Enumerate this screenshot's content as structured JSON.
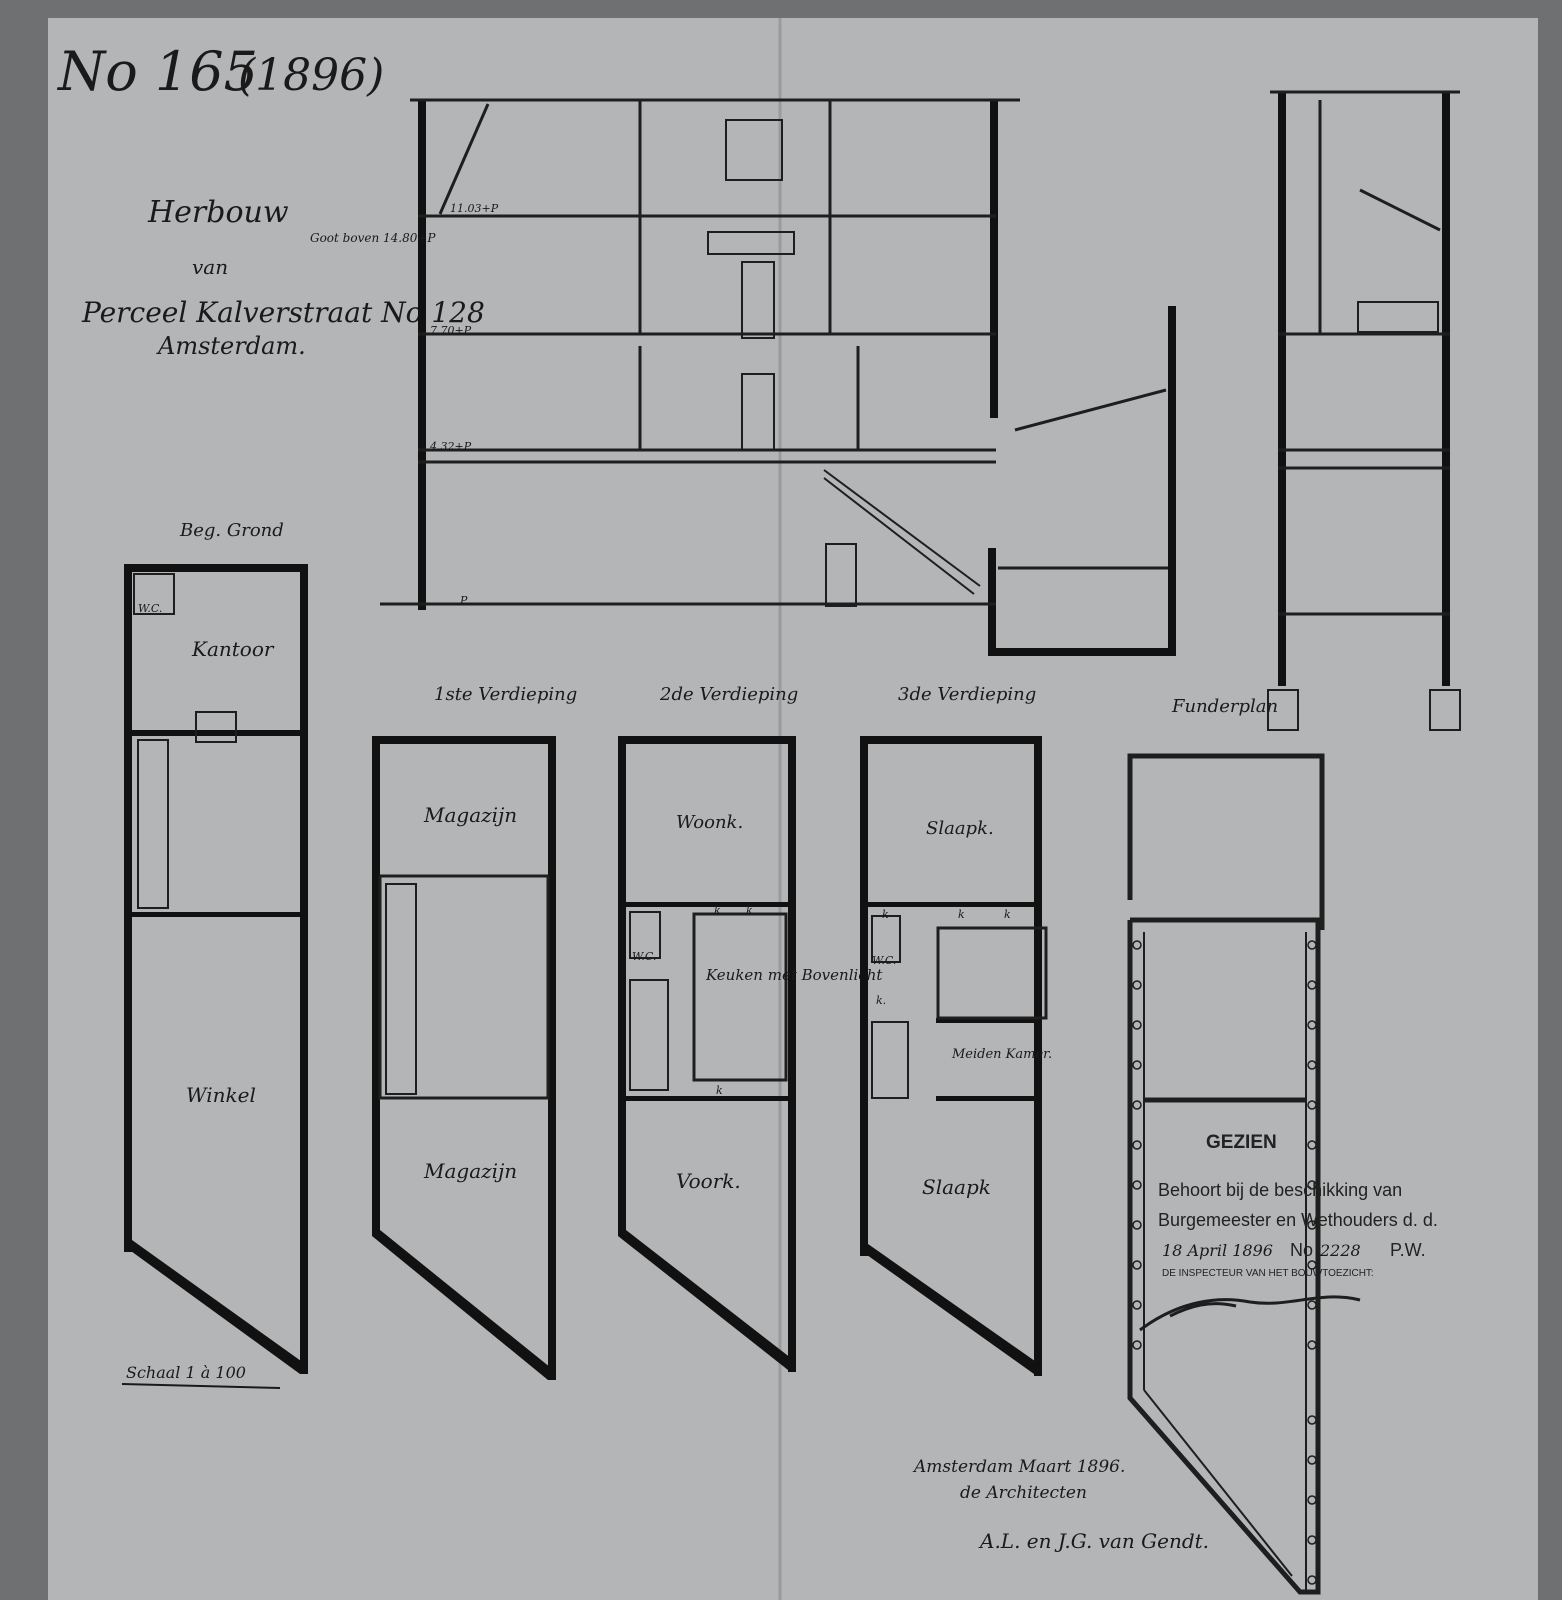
{
  "header": {
    "number": "No 165",
    "year": "(1896)",
    "title_line1": "Herbouw",
    "title_line2": "van",
    "title_line3": "Perceel Kalverstraat No 128",
    "title_line4": "Amsterdam."
  },
  "section": {
    "level_labels": [
      "Goot boven 14.80+P",
      "11.03+P",
      "7.70+P",
      "4.32+P",
      "P."
    ]
  },
  "floors": {
    "ground": {
      "title": "Beg. Grond",
      "rooms": [
        "W.C.",
        "Kantoor",
        "Winkel"
      ]
    },
    "first": {
      "title": "1ste Verdieping",
      "rooms": [
        "Magazijn",
        "Magazijn"
      ]
    },
    "second": {
      "title": "2de Verdieping",
      "rooms": [
        "Woonk.",
        "W.C.",
        "Keuken met Bovenlicht",
        "k",
        "k",
        "k",
        "Voork."
      ]
    },
    "third": {
      "title": "3de Verdieping",
      "rooms": [
        "Slaapk.",
        "W.C.",
        "k.",
        "k",
        "k",
        "k",
        "Meiden Kamer.",
        "Slaapk"
      ]
    },
    "foundation": {
      "title": "Funderplan"
    }
  },
  "scale_note": "Schaal 1 à 100",
  "stamp": {
    "heading": "GEZIEN",
    "line1": "Behoort bij de beschikking van",
    "line2": "Burgemeester en Wethouders d. d.",
    "date": "18 April 1896",
    "number_label": "No",
    "number": "2228",
    "suffix": "P.W.",
    "inspector": "DE INSPECTEUR VAN HET BOUWTOEZICHT:"
  },
  "footer": {
    "place_date": "Amsterdam Maart 1896.",
    "role": "de Architecten",
    "signature": "A.L. en J.G. van Gendt."
  },
  "colors": {
    "paper": "#b4b5b7",
    "ink": "#111111",
    "border": "#6f7072"
  }
}
